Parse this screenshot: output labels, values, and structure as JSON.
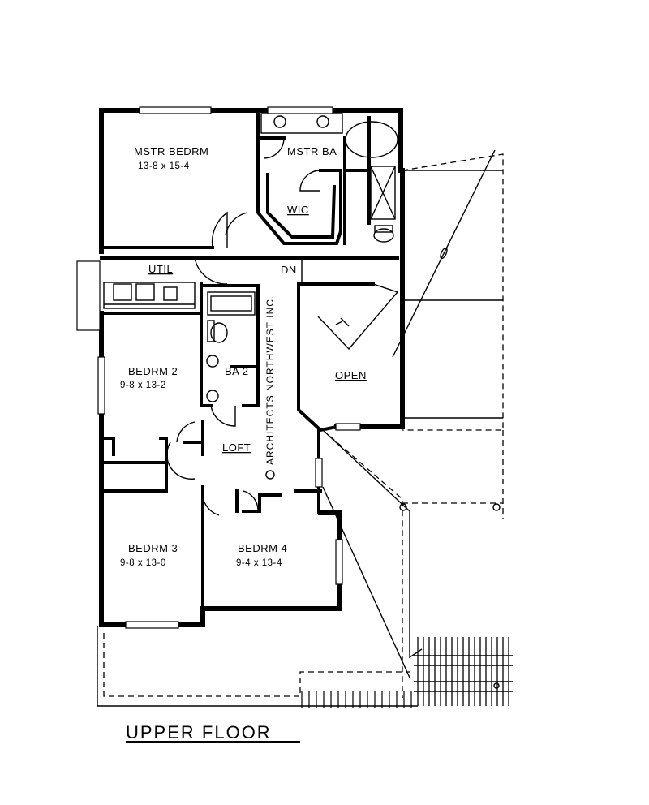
{
  "plan": {
    "title": "UPPER FLOOR",
    "watermark": "ARCHITECTS NORTHWEST INC.",
    "stair_label": "DN",
    "rooms": {
      "master_bedroom": {
        "name": "MSTR BEDRM",
        "size": "13-8 x 15-4"
      },
      "master_bath": {
        "name": "MSTR BA"
      },
      "walk_in_closet": {
        "name": "WIC"
      },
      "utility": {
        "name": "UTIL"
      },
      "bedroom_2": {
        "name": "BEDRM 2",
        "size": "9-8 x 13-2"
      },
      "bath_2": {
        "name": "BA 2"
      },
      "open": {
        "name": "OPEN"
      },
      "loft": {
        "name": "LOFT"
      },
      "bedroom_3": {
        "name": "BEDRM 3",
        "size": "9-8 x 13-0"
      },
      "bedroom_4": {
        "name": "BEDRM 4",
        "size": "9-4 x 13-4"
      }
    }
  }
}
